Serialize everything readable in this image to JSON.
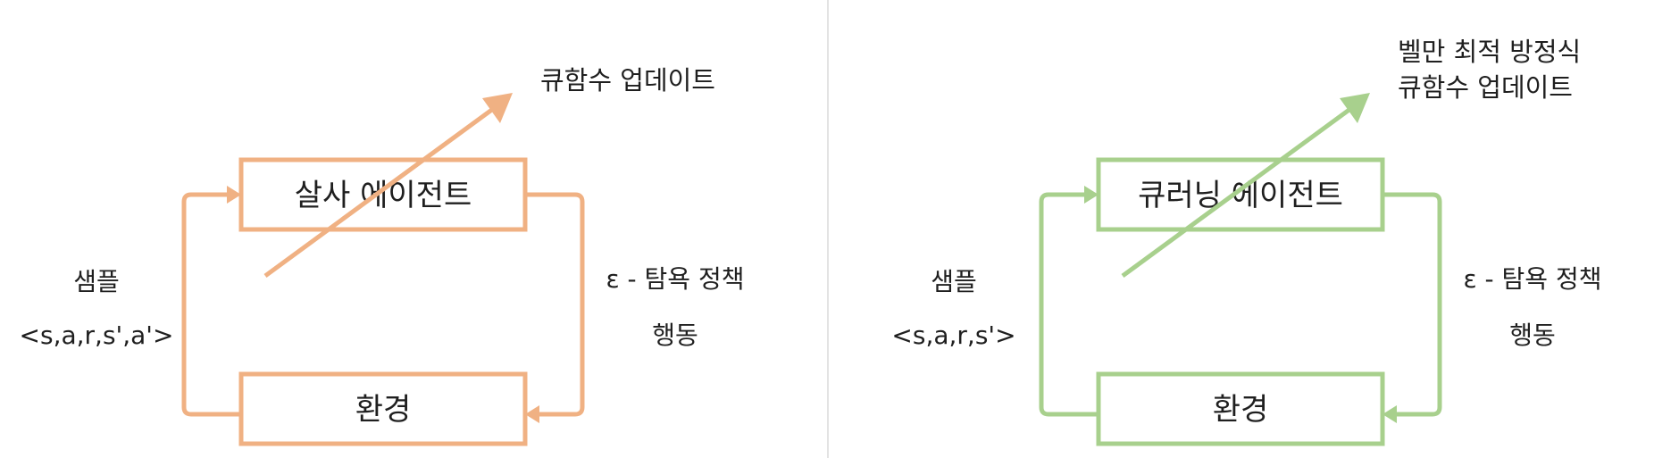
{
  "colors": {
    "sarsa": "#F0B183",
    "qlearning": "#A8D08D",
    "divider": "#E3E3E3",
    "text": "#1f1f1f"
  },
  "sarsa": {
    "agent_label": "살사 에이전트",
    "env_label": "환경",
    "sample_title": "샘플",
    "sample_tuple": "<s,a,r,s',a'>",
    "policy_label": "ε - 탐욕 정책",
    "action_label": "행동",
    "update_line1": "큐함수 업데이트"
  },
  "qlearning": {
    "agent_label": "큐러닝 에이전트",
    "env_label": "환경",
    "sample_title": "샘플",
    "sample_tuple": "<s,a,r,s'>",
    "policy_label": "ε - 탐욕 정책",
    "action_label": "행동",
    "update_line1": "벨만 최적 방정식",
    "update_line2": "큐함수 업데이트"
  }
}
